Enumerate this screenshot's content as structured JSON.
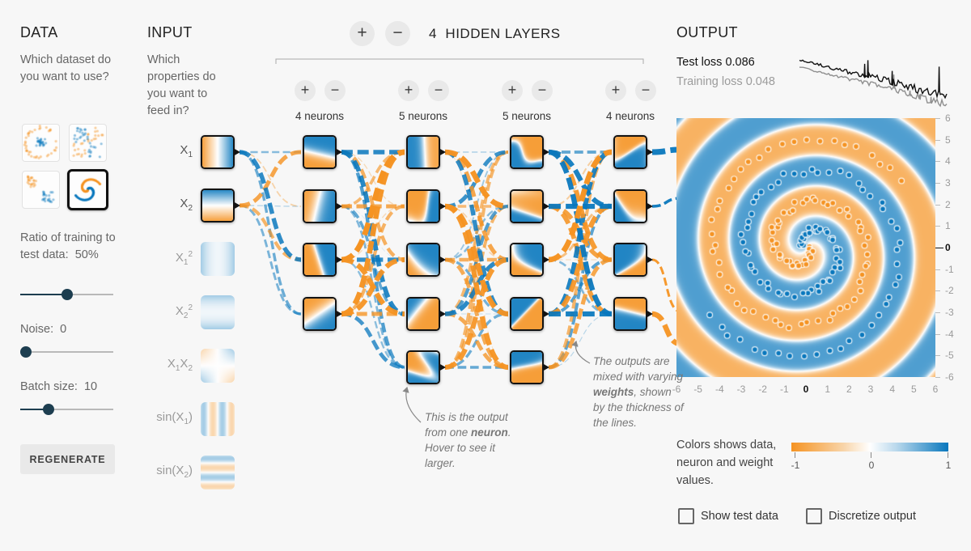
{
  "colors": {
    "orange": "#f59322",
    "blue": "#0877bd",
    "slider": "#1d3e50",
    "bg": "#f7f7f7",
    "test_loss_curve": "#111111",
    "training_loss_curve": "#8f8f8f"
  },
  "data_panel": {
    "title": "DATA",
    "question": "Which dataset do you want to use?",
    "datasets": [
      {
        "name": "circle",
        "selected": false
      },
      {
        "name": "exclusive-or",
        "selected": false
      },
      {
        "name": "gaussian",
        "selected": false
      },
      {
        "name": "spiral",
        "selected": true
      }
    ],
    "ratio_label": "Ratio of training to test data:",
    "ratio_value": "50%",
    "ratio_pct": 50,
    "noise_label": "Noise:",
    "noise_value": "0",
    "noise_pct": 0,
    "batch_label": "Batch size:",
    "batch_value": "10",
    "batch_pct": 30,
    "regenerate_label": "REGENERATE"
  },
  "input_panel": {
    "title": "INPUT",
    "question": "Which properties do you want to feed in?",
    "features": [
      {
        "pre": "X",
        "sub": "1",
        "sup": "",
        "post": "",
        "active": true,
        "pattern": "x1"
      },
      {
        "pre": "X",
        "sub": "2",
        "sup": "",
        "post": "",
        "active": true,
        "pattern": "x2"
      },
      {
        "pre": "X",
        "sub": "1",
        "sup": "2",
        "post": "",
        "active": false,
        "pattern": "x1sq"
      },
      {
        "pre": "X",
        "sub": "2",
        "sup": "2",
        "post": "",
        "active": false,
        "pattern": "x2sq"
      },
      {
        "pre": "X",
        "sub": "1",
        "sup": "",
        "post": "X|2",
        "active": false,
        "pattern": "x1x2"
      },
      {
        "pre": "sin(X",
        "sub": "1",
        "sup": "",
        "post": ")",
        "active": false,
        "pattern": "sinx1"
      },
      {
        "pre": "sin(X",
        "sub": "2",
        "sup": "",
        "post": ")",
        "active": false,
        "pattern": "sinx2"
      }
    ]
  },
  "network": {
    "add_layer_glyph": "+",
    "remove_layer_glyph": "−",
    "hidden_layers_count": "4",
    "hidden_layers_label": "HIDDEN LAYERS",
    "layers": [
      {
        "label": "4 neurons",
        "neurons": 4
      },
      {
        "label": "5 neurons",
        "neurons": 5
      },
      {
        "label": "5 neurons",
        "neurons": 5
      },
      {
        "label": "4 neurons",
        "neurons": 4
      }
    ]
  },
  "output_panel": {
    "title": "OUTPUT",
    "test_loss_label": "Test loss",
    "test_loss_value": "0.086",
    "training_loss_label": "Training loss",
    "training_loss_value": "0.048",
    "x_ticks": [
      -6,
      -5,
      -4,
      -3,
      -2,
      -1,
      0,
      1,
      2,
      3,
      4,
      5,
      6
    ],
    "y_ticks": [
      6,
      5,
      4,
      3,
      2,
      1,
      0,
      -1,
      -2,
      -3,
      -4,
      -5,
      -6
    ],
    "legend_text": "Colors shows data, neuron and weight values.",
    "legend_ticks": [
      "-1",
      "0",
      "1"
    ],
    "checkboxes": [
      {
        "label": "Show test data",
        "checked": false
      },
      {
        "label": "Discretize output",
        "checked": false
      }
    ]
  },
  "annotations": {
    "neuron_note": [
      {
        "t": "This is the output from one ",
        "b": false
      },
      {
        "t": "neuron",
        "b": true
      },
      {
        "t": ". Hover to see it larger.",
        "b": false
      }
    ],
    "weights_note": [
      {
        "t": "The outputs are mixed with varying ",
        "b": false
      },
      {
        "t": "weights",
        "b": true
      },
      {
        "t": ", shown by the thickness of the lines.",
        "b": false
      }
    ]
  }
}
